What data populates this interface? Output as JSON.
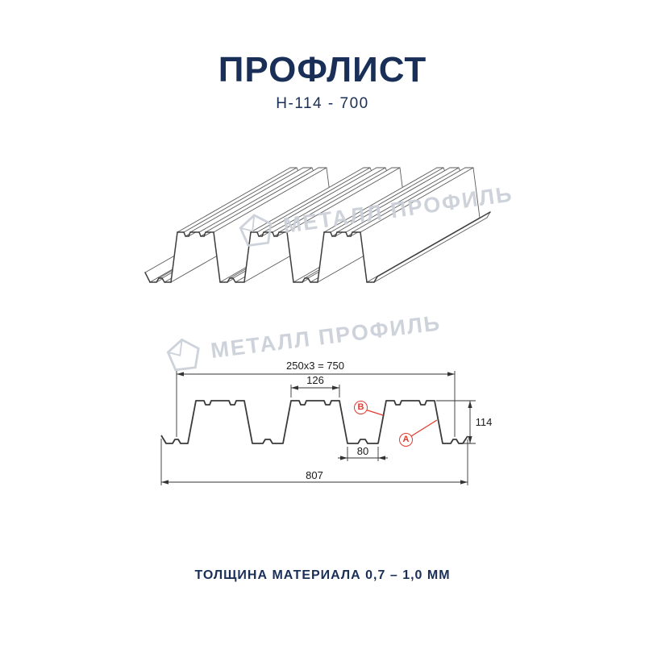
{
  "header": {
    "title": "ПРОФЛИСТ",
    "subtitle": "Н-114 - 700"
  },
  "watermark": {
    "text": "МЕТАЛЛ ПРОФИЛЬ"
  },
  "section": {
    "dim_top_total": "250x3 = 750",
    "dim_rib_top": "126",
    "dim_height": "114",
    "dim_valley": "80",
    "dim_overall": "807",
    "face_b": "B",
    "face_a": "A"
  },
  "footer": {
    "text": "ТОЛЩИНА МАТЕРИАЛА 0,7 – 1,0 ММ"
  },
  "colors": {
    "accent": "#1a2f57",
    "line": "#3a3a3a",
    "dimension": "#333333",
    "marker_red": "#e23b2e",
    "watermark": "#cad0d8"
  }
}
